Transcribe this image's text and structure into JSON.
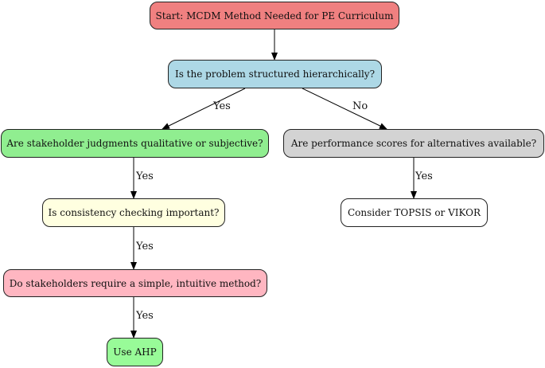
{
  "nodes": {
    "start": {
      "label": "Start: MCDM Method Needed for PE Curriculum",
      "color": "#f08080"
    },
    "hierarchical": {
      "label": "Is the problem structured hierarchically?",
      "color": "#add8e6"
    },
    "qualitative": {
      "label": "Are stakeholder judgments qualitative or subjective?",
      "color": "#90ee90"
    },
    "performance": {
      "label": "Are performance scores for alternatives available?",
      "color": "#d3d3d3"
    },
    "consistency": {
      "label": "Is consistency checking important?",
      "color": "#ffffe0"
    },
    "topsis": {
      "label": "Consider TOPSIS or VIKOR",
      "color": "#ffffff"
    },
    "simple": {
      "label": "Do stakeholders require a simple, intuitive method?",
      "color": "#ffb6c1"
    },
    "ahp": {
      "label": "Use AHP",
      "color": "#98fb98"
    }
  },
  "edges": {
    "hier_to_qual": {
      "label": "Yes"
    },
    "hier_to_perf": {
      "label": "No"
    },
    "qual_to_cons": {
      "label": "Yes"
    },
    "perf_to_topsis": {
      "label": "Yes"
    },
    "cons_to_simple": {
      "label": "Yes"
    },
    "simple_to_ahp": {
      "label": "Yes"
    }
  }
}
